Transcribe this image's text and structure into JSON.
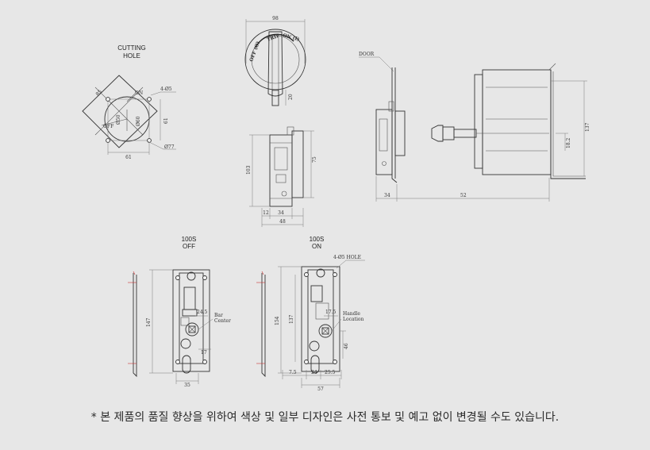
{
  "labels": {
    "cutting_hole": [
      "CUTTING",
      "HOLE"
    ],
    "off_view": [
      "100S",
      "OFF"
    ],
    "on_view": [
      "100S",
      "ON"
    ],
    "door": "DOOR",
    "bar_center": [
      "Bar",
      "Center"
    ],
    "handle_location": [
      "Handle",
      "Location"
    ],
    "hole_spec": "4-Ø5 HOLE",
    "dial_off": "OFF (O)",
    "dial_trip": "TRIP",
    "dial_on": "ON (I)",
    "hole_on": "ON",
    "hole_off": "OFF"
  },
  "dimensions": {
    "hole_diag": "85",
    "hole_4": "4-Ø5",
    "hole_61_right": "61",
    "hole_61_bottom": "61",
    "hole_r1": "Ø50",
    "hole_r2": "Ø60",
    "hole_077": "Ø77",
    "dial_98": "98",
    "dial_20": "20",
    "side_103": "103",
    "side_75": "75",
    "side_12": "12",
    "side_34": "34",
    "side_48": "48",
    "right_34": "34",
    "right_52": "52",
    "right_18": "18.2",
    "right_137": "137",
    "off_147": "147",
    "off_24": "24.5",
    "off_17": "17",
    "off_35": "35",
    "on_154": "154",
    "on_137": "137",
    "on_17": "17.5",
    "on_46": "46",
    "on_75": "7.5",
    "on_24": "24",
    "on_255": "25.5",
    "on_57": "57"
  },
  "footnote": "* 본 제품의 품질 향상을 위하여 색상 및 일부 디자인은 사전 통보 및 예고 없이 변경될 수도 있습니다."
}
